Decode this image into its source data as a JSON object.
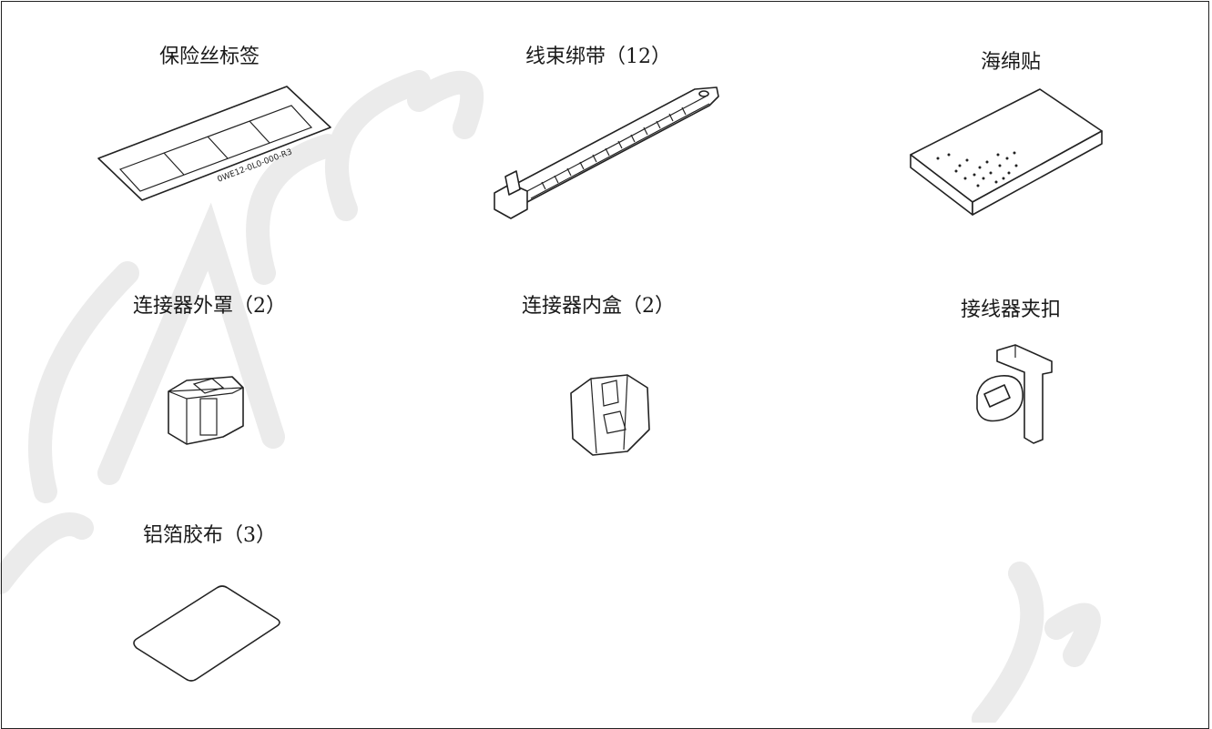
{
  "watermark": {
    "color": "#ebebeb"
  },
  "parts": [
    {
      "id": "fuse-label",
      "label": "保险丝标签",
      "icon": "fuse-label-sheet-icon",
      "code": "0WE12-0L0-000-R3"
    },
    {
      "id": "cable-tie",
      "label": "线束绑带（12）",
      "icon": "cable-tie-icon"
    },
    {
      "id": "sponge-pad",
      "label": "海绵贴",
      "icon": "sponge-pad-icon"
    },
    {
      "id": "connector-cover",
      "label": "连接器外罩（2）",
      "icon": "connector-cover-icon"
    },
    {
      "id": "connector-inner-box",
      "label": "连接器内盒（2）",
      "icon": "connector-inner-box-icon"
    },
    {
      "id": "connector-clip",
      "label": "接线器夹扣",
      "icon": "connector-clip-icon"
    },
    {
      "id": "aluminum-tape",
      "label": "铝箔胶布（3）",
      "icon": "aluminum-foil-tape-icon"
    }
  ]
}
